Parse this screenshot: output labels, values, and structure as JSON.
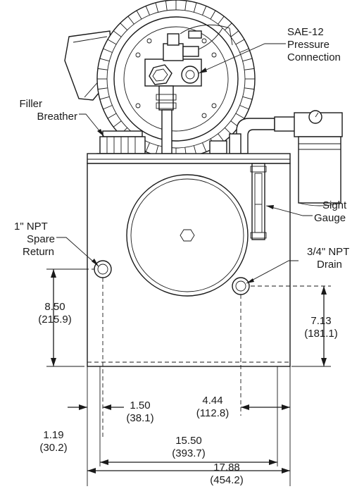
{
  "callouts": {
    "pressure_line1": "SAE-12",
    "pressure_line2": "Pressure",
    "pressure_line3": "Connection",
    "filler_line1": "Filler",
    "filler_line2": "Breather",
    "spare_line1": "1\" NPT",
    "spare_line2": "Spare",
    "spare_line3": "Return",
    "sight_line1": "Sight",
    "sight_line2": "Gauge",
    "drain_line1": "3/4\" NPT",
    "drain_line2": "Drain"
  },
  "dimensions": {
    "left_height_in": "8.50",
    "left_height_mm": "(215.9)",
    "right_height_in": "7.13",
    "right_height_mm": "(181.1)",
    "spare_offset_in": "1.50",
    "spare_offset_mm": "(38.1)",
    "drain_offset_in": "4.44",
    "drain_offset_mm": "(112.8)",
    "edge_offset_in": "1.19",
    "edge_offset_mm": "(30.2)",
    "foot_span_in": "15.50",
    "foot_span_mm": "(393.7)",
    "overall_width_in": "17.88",
    "overall_width_mm": "(454.2)"
  }
}
